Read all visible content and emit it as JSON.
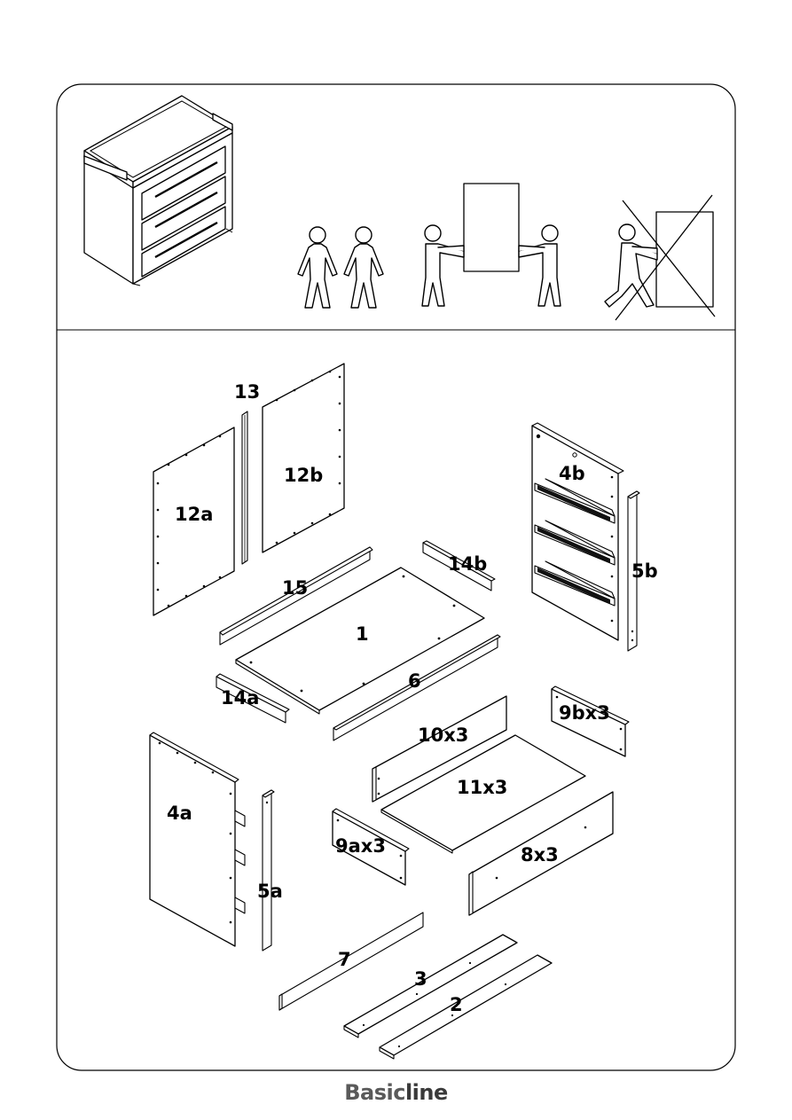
{
  "parts": {
    "p1": "1",
    "p2": "2",
    "p3": "3",
    "p4a": "4a",
    "p4b": "4b",
    "p5a": "5a",
    "p5b": "5b",
    "p6": "6",
    "p7": "7",
    "p8": "8x3",
    "p9a": "9ax3",
    "p9b": "9bx3",
    "p10": "10x3",
    "p11": "11x3",
    "p12a": "12a",
    "p12b": "12b",
    "p13": "13",
    "p14a": "14a",
    "p14b": "14b",
    "p15": "15"
  },
  "brand": {
    "part1": "Basic",
    "part2": "line"
  }
}
